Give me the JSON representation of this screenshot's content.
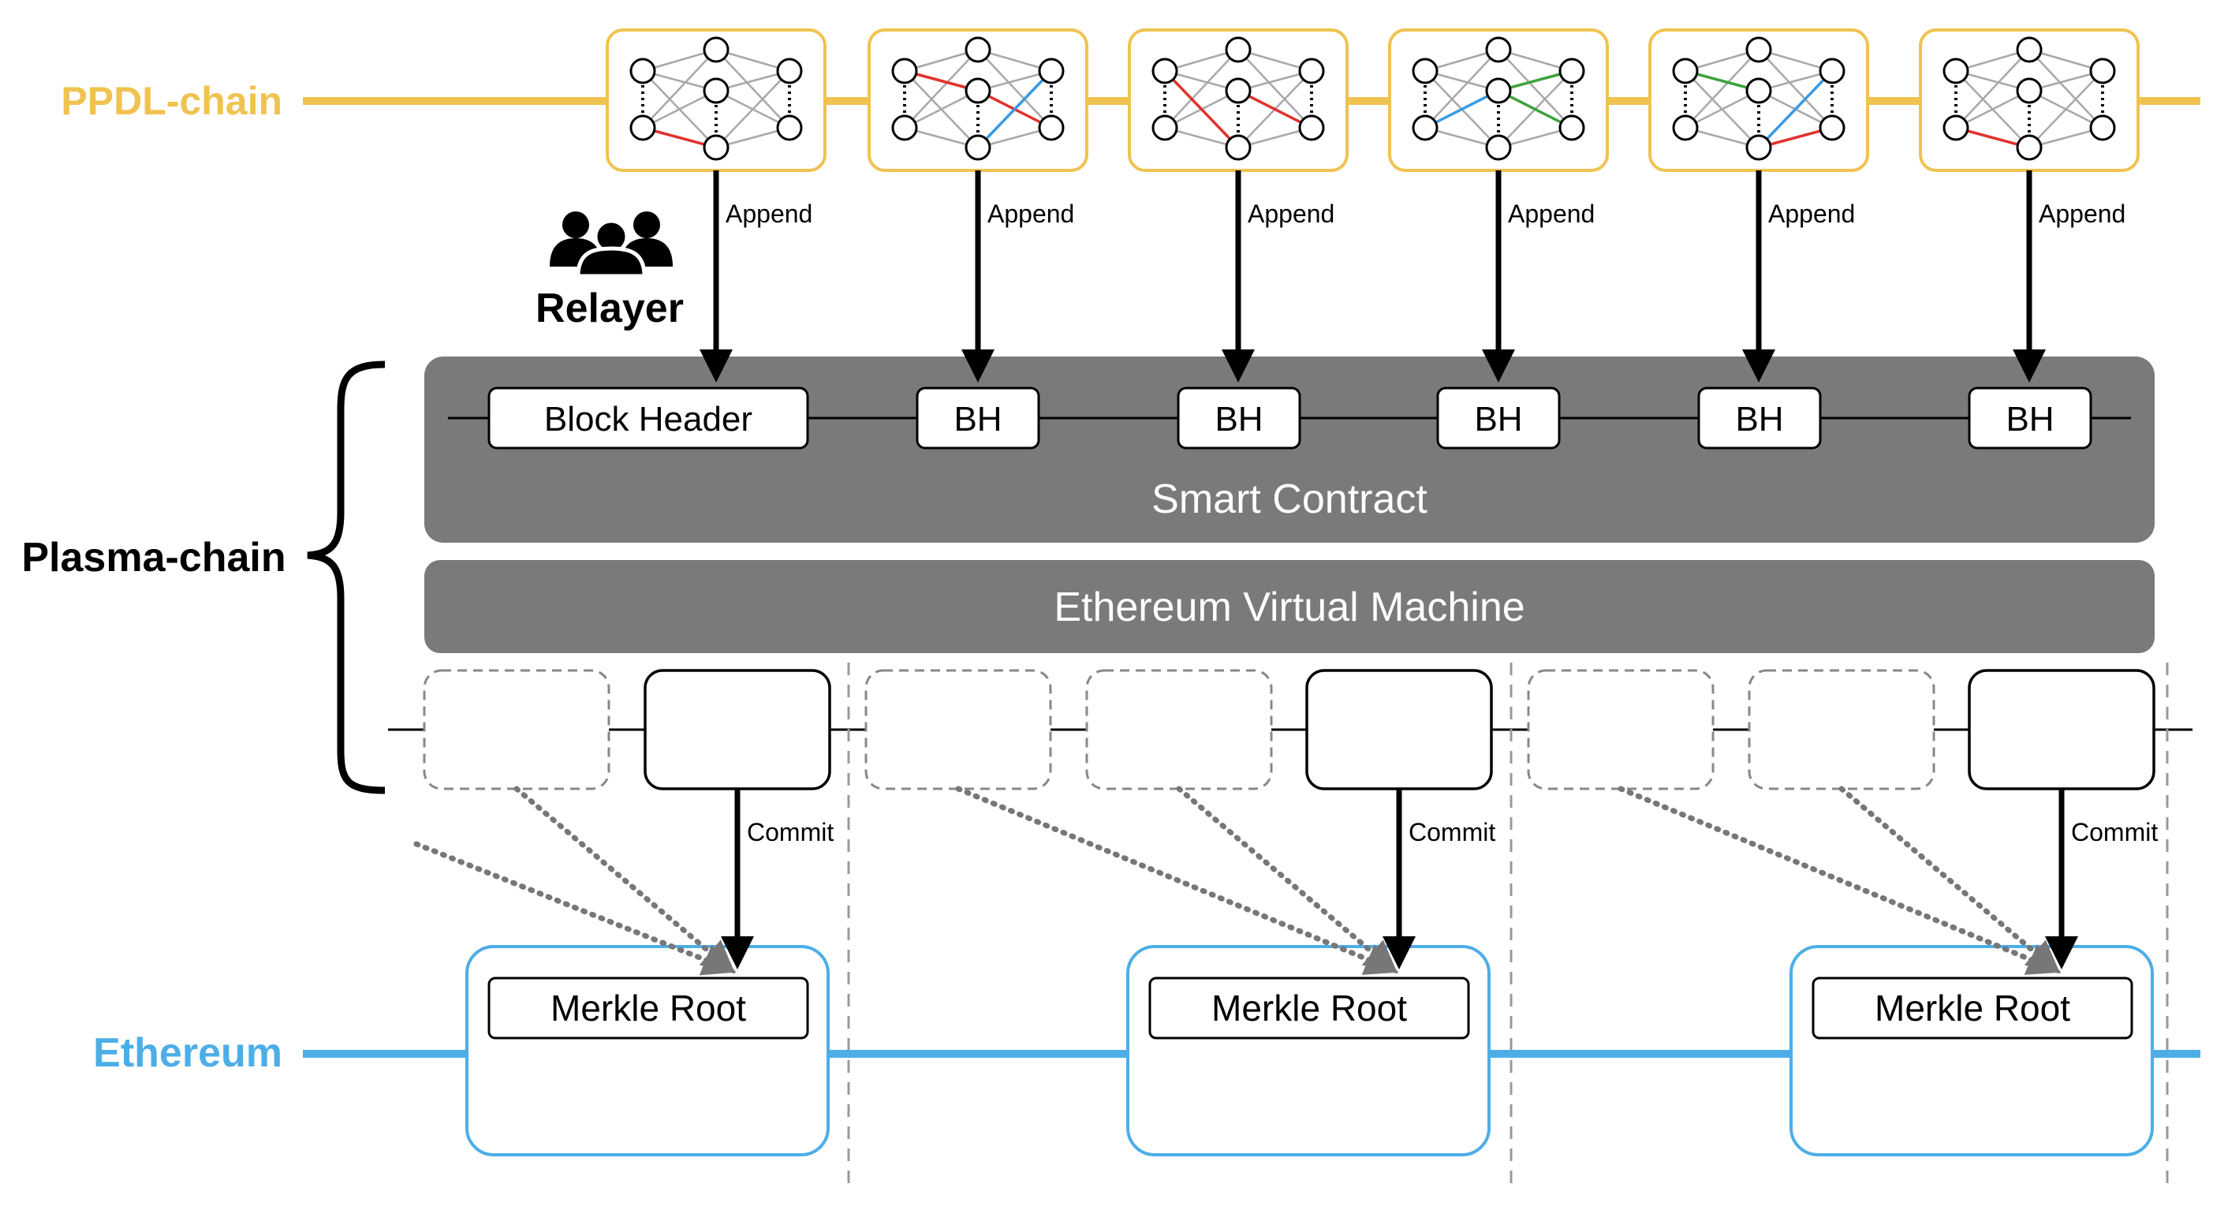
{
  "labels": {
    "ppdl_chain": "PPDL-chain",
    "relayer": "Relayer",
    "plasma_chain": "Plasma-chain",
    "ethereum": "Ethereum",
    "append": "Append",
    "commit": "Commit",
    "block_header": "Block Header",
    "bh": "BH",
    "smart_contract": "Smart Contract",
    "evm": "Ethereum Virtual Machine",
    "merkle_root": "Merkle Root"
  },
  "colors": {
    "ppdl": "#F0C350",
    "ethereum": "#4DAEE7",
    "contract_fill": "#7A7A7A",
    "nn_red": "#E0322C",
    "nn_green": "#3BA33B",
    "nn_blue": "#3A9AE0",
    "nn_gray": "#A8A8A8"
  },
  "neural_blocks": [
    {
      "colored_edges": [
        [
          "L1",
          "M2",
          "green"
        ],
        [
          "L2",
          "M3",
          "red"
        ]
      ]
    },
    {
      "colored_edges": [
        [
          "L0",
          "M1",
          "red"
        ],
        [
          "L2",
          "M2",
          "green"
        ],
        [
          "M1",
          "R2",
          "red"
        ],
        [
          "M3",
          "R0",
          "blue"
        ]
      ]
    },
    {
      "colored_edges": [
        [
          "L0",
          "M3",
          "red"
        ],
        [
          "M1",
          "R2",
          "red"
        ]
      ]
    },
    {
      "colored_edges": [
        [
          "L2",
          "M1",
          "blue"
        ],
        [
          "M1",
          "R0",
          "green"
        ],
        [
          "M1",
          "R2",
          "green"
        ]
      ]
    },
    {
      "colored_edges": [
        [
          "L0",
          "M1",
          "green"
        ],
        [
          "M3",
          "R0",
          "blue"
        ],
        [
          "M3",
          "R2",
          "red"
        ]
      ]
    },
    {
      "colored_edges": [
        [
          "L1",
          "M2",
          "green"
        ],
        [
          "L2",
          "M3",
          "red"
        ]
      ]
    }
  ],
  "plasma_groups": [
    {
      "dashed_blocks": 1
    },
    {
      "dashed_blocks": 2
    },
    {
      "dashed_blocks": 2
    }
  ]
}
